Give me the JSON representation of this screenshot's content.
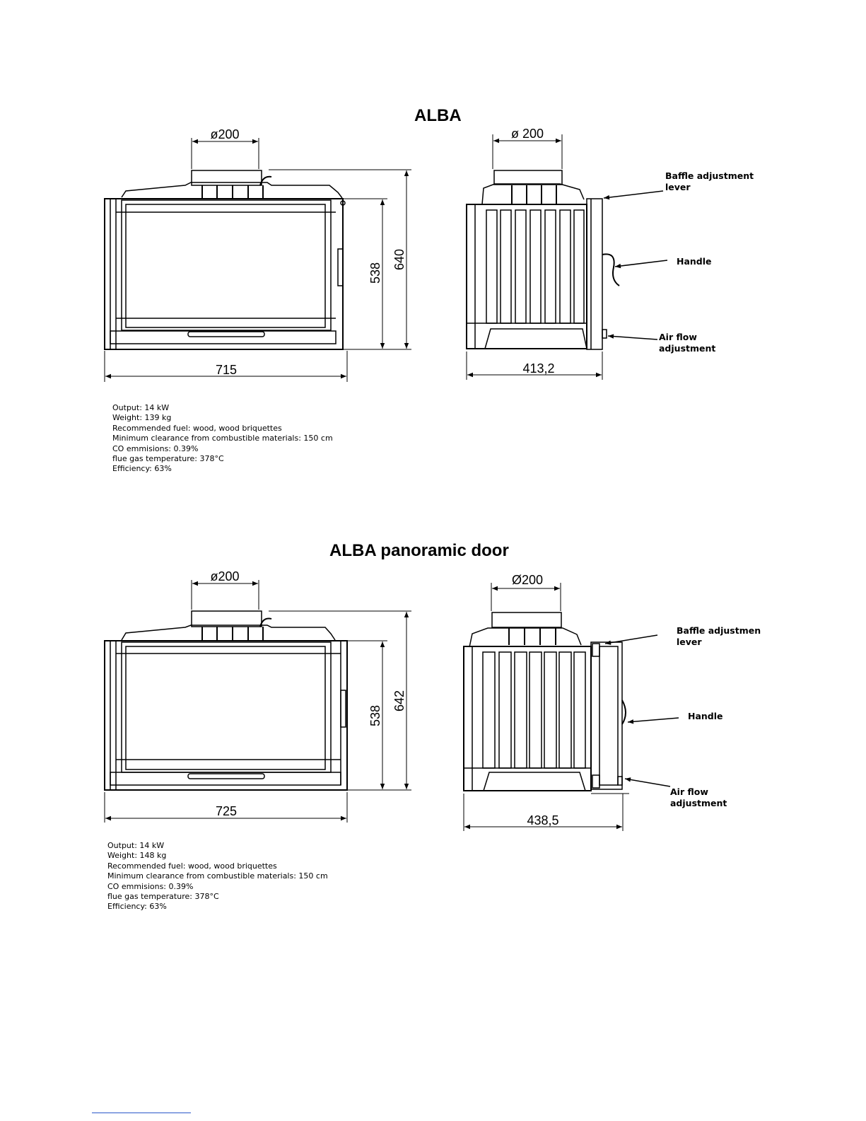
{
  "drawings": [
    {
      "title": "ALBA",
      "front": {
        "diameter": "ø200",
        "height_inner": "538",
        "height_total": "640",
        "width": "715"
      },
      "side": {
        "diameter": "ø  200",
        "depth": "413,2"
      },
      "labels": {
        "baffle_line1": "Baffle adjustment",
        "baffle_line2": "lever",
        "handle": "Handle",
        "air_line1": "Air flow",
        "air_line2": "adjustment"
      },
      "specs": [
        "Output: 14 kW",
        "Weight: 139 kg",
        "Recommended fuel: wood, wood briquettes",
        "Minimum clearance from combustible materials: 150 cm",
        "CO emmisions: 0.39%",
        "flue gas temperature: 378°C",
        "Efficiency: 63%"
      ]
    },
    {
      "title": "ALBA panoramic door",
      "front": {
        "diameter": "ø200",
        "height_inner": "538",
        "height_total": "642",
        "width": "725"
      },
      "side": {
        "diameter": "Ø200",
        "depth": "438,5"
      },
      "labels": {
        "baffle_line1": "Baffle adjustmen",
        "baffle_line2": "lever",
        "handle": "Handle",
        "air_line1": "Air flow",
        "air_line2": "adjustment"
      },
      "specs": [
        "Output: 14 kW",
        "Weight: 148 kg",
        "Recommended fuel: wood, wood briquettes",
        "Minimum clearance from combustible materials: 150 cm",
        "CO emmisions: 0.39%",
        "flue gas temperature: 378°C",
        "Efficiency: 63%"
      ]
    }
  ]
}
